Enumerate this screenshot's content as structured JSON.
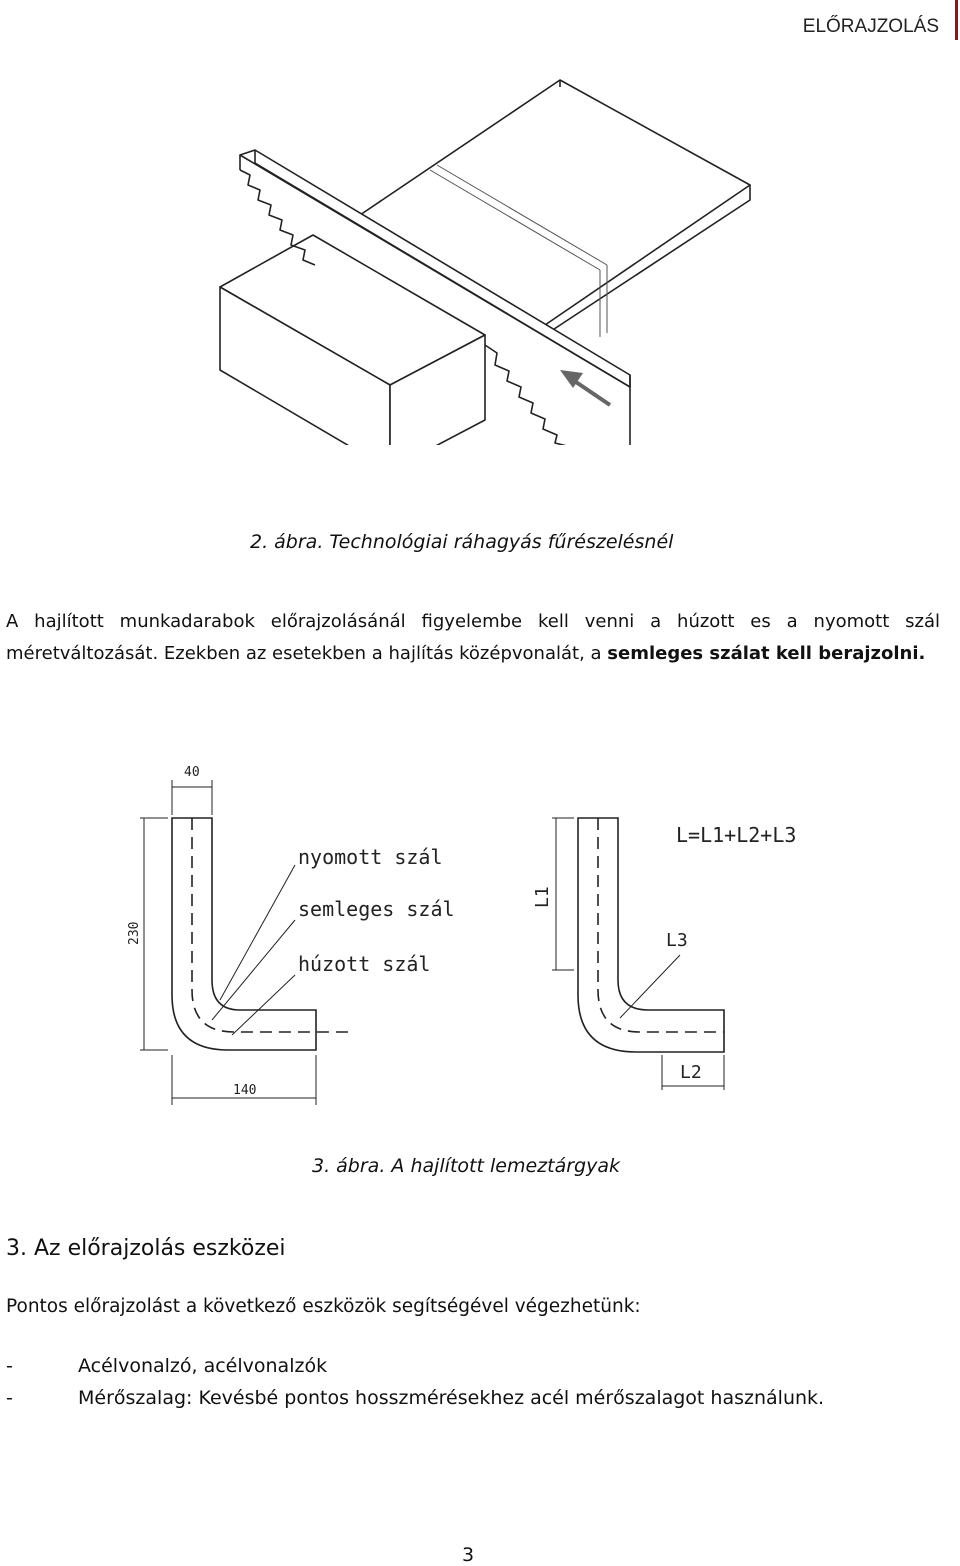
{
  "header": {
    "title": "ELŐRAJZOLÁS"
  },
  "figure2": {
    "caption": "2. ábra. Technológiai ráhagyás fűrészelésnél"
  },
  "paragraph": {
    "text_before": "A hajlított munkadarabok előrajzolásánál figyelembe kell venni a húzott es a nyomott szál méretváltozását. Ezekben az esetekben a hajlítás középvonalát, a ",
    "bold_text": "semleges szálat kell berajzolni."
  },
  "figure3": {
    "caption": "3. ábra. A hajlított lemeztárgyak",
    "labels": {
      "dim_40": "40",
      "dim_230": "230",
      "dim_140": "140",
      "nyomott": "nyomott szál",
      "semleges": "semleges szál",
      "huzott": "húzott szál",
      "formula": "L=L1+L2+L3",
      "l1": "L1",
      "l2": "L2",
      "l3": "L3"
    }
  },
  "section": {
    "title": "3. Az előrajzolás eszközei",
    "lead": "Pontos előrajzolást a következő eszközök segítségével végezhetünk:",
    "items": [
      {
        "dash": "-",
        "text": "Acélvonalzó, acélvonalzók"
      },
      {
        "dash": "-",
        "text": "Mérőszalag: Kevésbé pontos hosszmérésekhez acél mérőszalagot használunk."
      }
    ]
  },
  "footer": {
    "page_number": "3"
  }
}
